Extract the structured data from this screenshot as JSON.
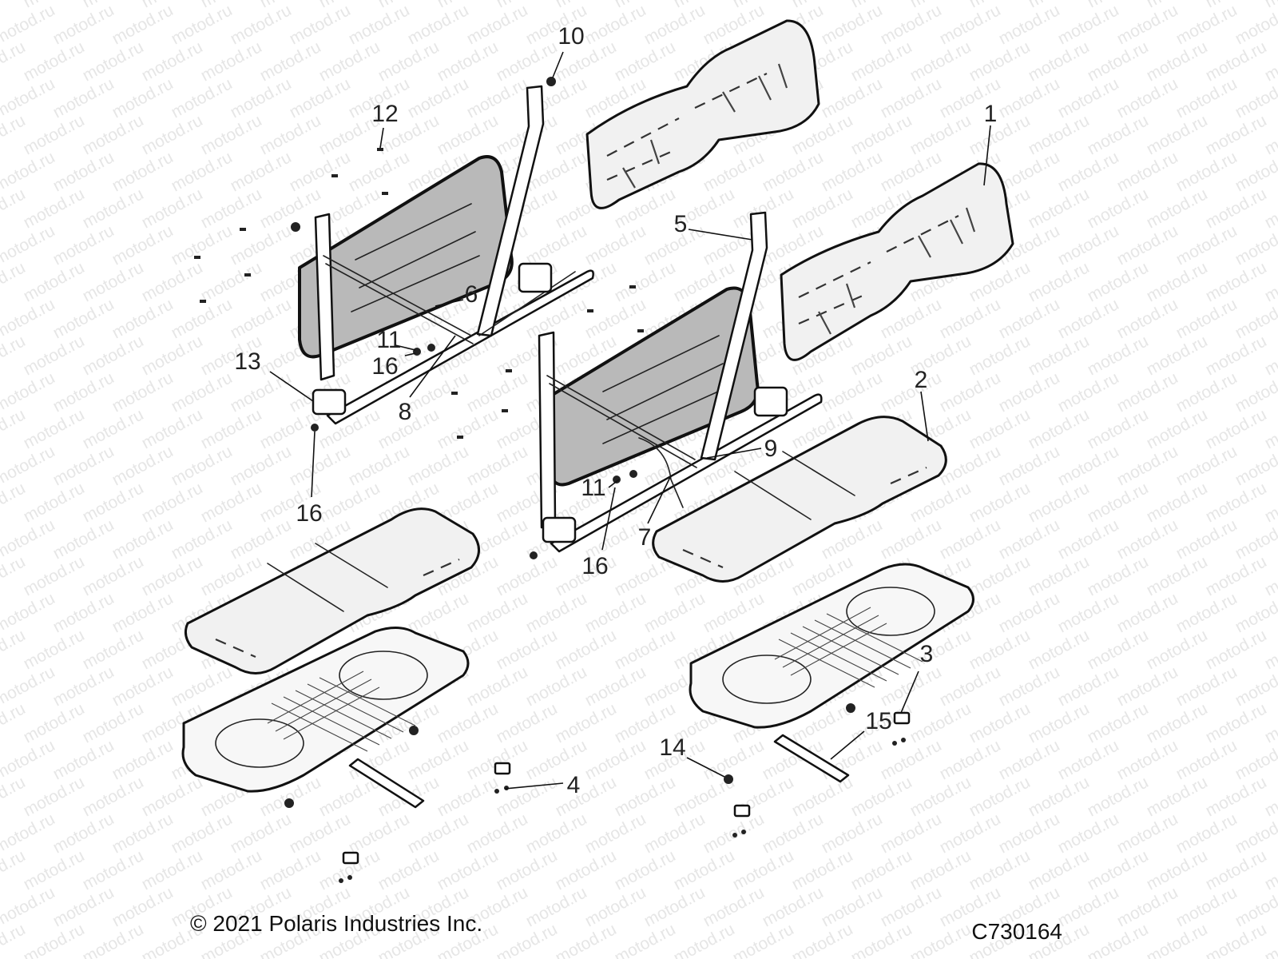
{
  "watermark": "motod.ru",
  "copyright": "© 2021 Polaris Industries Inc.",
  "diagram_code": "C730164",
  "callouts": [
    {
      "label": "1"
    },
    {
      "label": "2"
    },
    {
      "label": "3"
    },
    {
      "label": "4"
    },
    {
      "label": "5"
    },
    {
      "label": "6"
    },
    {
      "label": "7"
    },
    {
      "label": "8"
    },
    {
      "label": "9"
    },
    {
      "label": "10"
    },
    {
      "label": "11"
    },
    {
      "label": "11"
    },
    {
      "label": "12"
    },
    {
      "label": "13"
    },
    {
      "label": "14"
    },
    {
      "label": "15"
    },
    {
      "label": "16"
    },
    {
      "label": "16"
    },
    {
      "label": "16"
    }
  ]
}
